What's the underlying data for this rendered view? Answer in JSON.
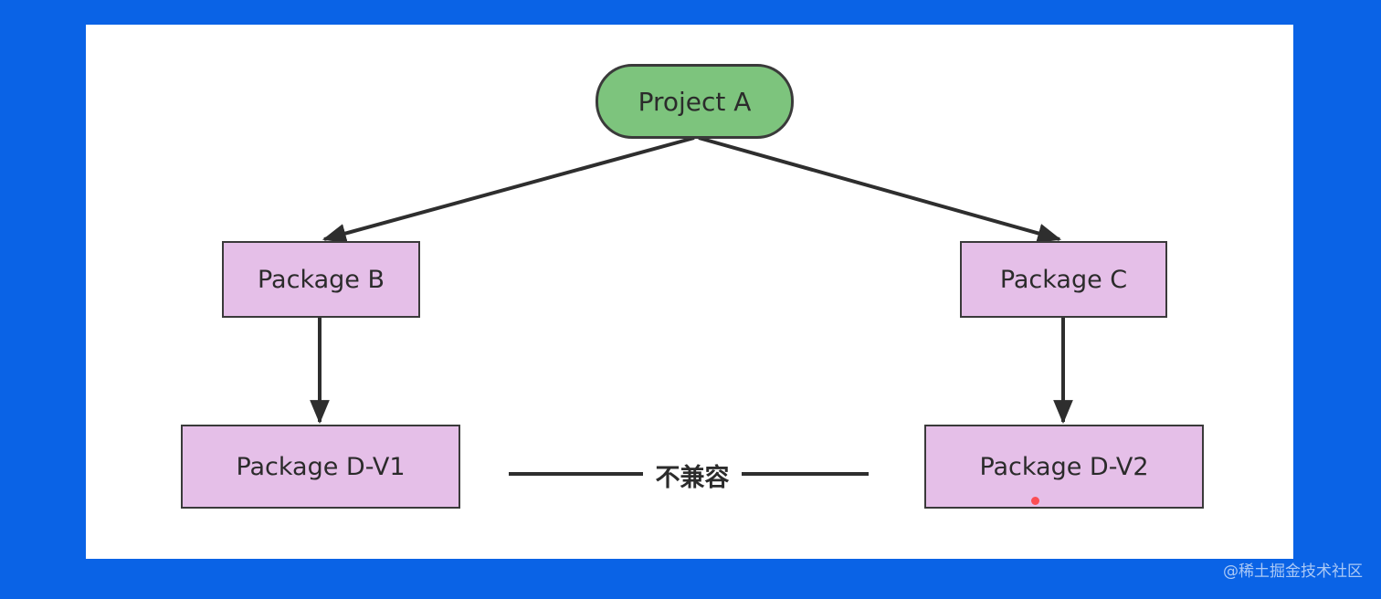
{
  "nodes": {
    "root": "Project A",
    "b": "Package B",
    "c": "Package C",
    "d1": "Package D-V1",
    "d2": "Package D-V2"
  },
  "conflict_label": "不兼容",
  "watermark": "@稀土掘金技术社区",
  "colors": {
    "background": "#0a63e6",
    "root_fill": "#7dc47d",
    "package_fill": "#e5bfe8",
    "stroke": "#2e2e2e"
  }
}
